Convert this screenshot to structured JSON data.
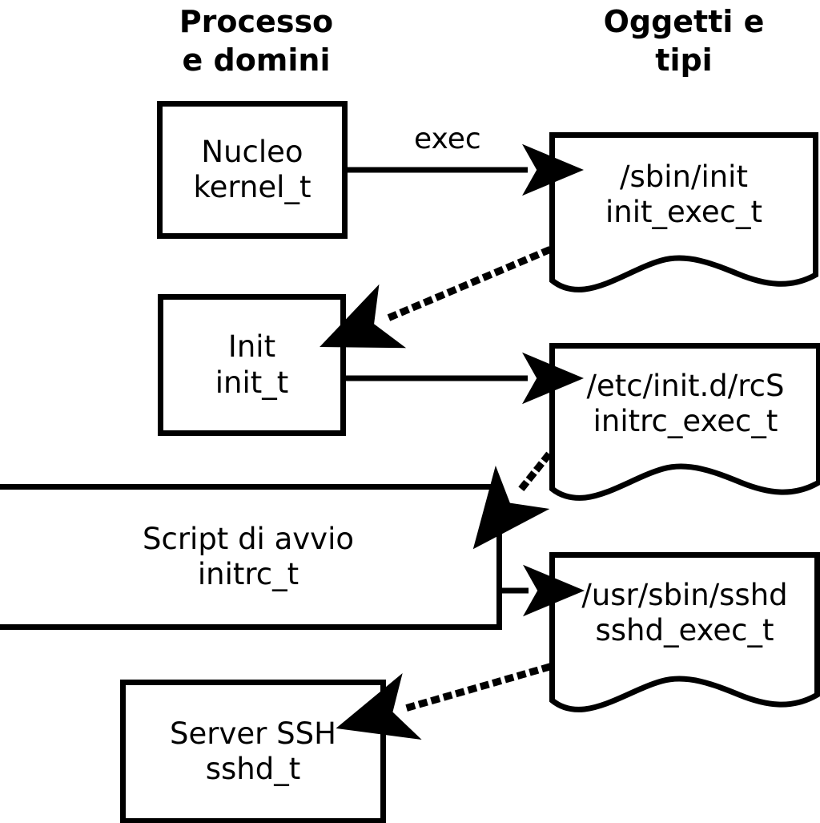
{
  "diagram": {
    "title_left": "Processo\ne domini",
    "title_right": "Oggetti e\ntipi",
    "stroke_color": "#000000",
    "fill_color": "#ffffff",
    "process_nodes": [
      {
        "id": "kernel",
        "label": "Nucleo\nkernel_t"
      },
      {
        "id": "init",
        "label": "Init\ninit_t"
      },
      {
        "id": "initrc",
        "label": "Script di avvio\ninitrc_t"
      },
      {
        "id": "sshd",
        "label": "Server SSH\nsshd_t"
      }
    ],
    "object_nodes": [
      {
        "id": "init_exec",
        "label": "/sbin/init\ninit_exec_t"
      },
      {
        "id": "initrc_exec",
        "label": "/etc/init.d/rcS\ninitrc_exec_t"
      },
      {
        "id": "sshd_exec",
        "label": "/usr/sbin/sshd\nsshd_exec_t"
      }
    ],
    "edges": [
      {
        "id": "kernel-to-init_exec",
        "label": "exec",
        "style": "solid",
        "from": "kernel",
        "to": "init_exec"
      },
      {
        "id": "init_exec-to-init",
        "label": "",
        "style": "dotted",
        "from": "init_exec",
        "to": "init"
      },
      {
        "id": "init-to-initrc_exec",
        "label": "",
        "style": "solid",
        "from": "init",
        "to": "initrc_exec"
      },
      {
        "id": "initrc_exec-to-initrc",
        "label": "",
        "style": "dotted",
        "from": "initrc_exec",
        "to": "initrc"
      },
      {
        "id": "initrc-to-sshd_exec",
        "label": "",
        "style": "solid",
        "from": "initrc",
        "to": "sshd_exec"
      },
      {
        "id": "sshd_exec-to-sshd",
        "label": "",
        "style": "dotted",
        "from": "sshd_exec",
        "to": "sshd"
      }
    ]
  }
}
